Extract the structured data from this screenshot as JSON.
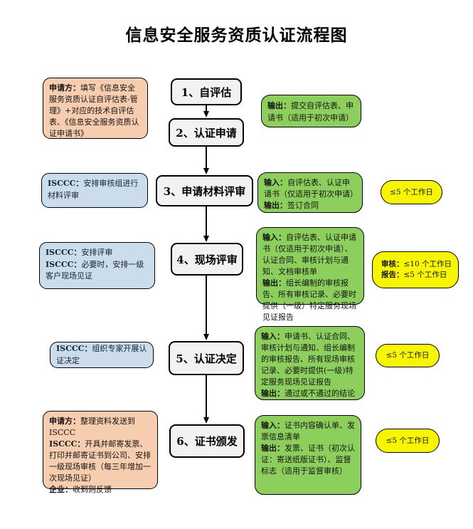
{
  "title": "信息安全服务资质认证流程图",
  "steps": {
    "s1": "1、自评估",
    "s2": "2、认证申请",
    "s3": "3、申请材料评审",
    "s4": "4、现场评审",
    "s5": "5、认证决定",
    "s6": "6、证书颁发"
  },
  "left_notes": [
    {
      "color": "pink",
      "lines": [
        {
          "label": "申请方：",
          "text": "填写《信息安全服务资质认证自评估表-管理》+对应的技术自评估表、《信息安全服务资质认证申请书》"
        }
      ]
    },
    {
      "color": "blue",
      "lines": [
        {
          "label": "ISCCC：",
          "text": "安排审核组进行材料评审"
        }
      ]
    },
    {
      "color": "blue",
      "lines": [
        {
          "label": "ISCCC：",
          "text": "安排评审"
        },
        {
          "label": "ISCCC：",
          "text": "必要时，安排一级客户现场见证"
        }
      ]
    },
    {
      "color": "blue",
      "lines": [
        {
          "label": "ISCCC：",
          "text": "组织专家开展认证决定"
        }
      ]
    },
    {
      "color": "pink",
      "lines": [
        {
          "label": "申请方：",
          "text": "整理资料发送到 ISCCC"
        },
        {
          "label": "ISCCC：",
          "text": "开具并邮寄发票、打印并邮寄证书到公司、安排一级现场审核（每三年增加一次现场见证）"
        },
        {
          "label": "企业：",
          "text": "收到则反馈"
        }
      ]
    }
  ],
  "right_notes": [
    {
      "lines": [
        {
          "label": "输出：",
          "text": "提交自评估表、申请书（适用于初次申请）"
        }
      ]
    },
    {
      "lines": [
        {
          "label": "输入：",
          "text": "自评估表、认证申请书（仅适用于初次申请）"
        },
        {
          "label": "输出：",
          "text": "签订合同"
        }
      ]
    },
    {
      "lines": [
        {
          "label": "输入：",
          "text": "自评估表、认证申请书（仅适用于初次申请）、认证合同、审核计划与通知、文档审核单"
        },
        {
          "label": "输出：",
          "text": "组长编制的审核报告、所有审核记录、必要时提供（一级）特定服务现场见证报告"
        }
      ]
    },
    {
      "lines": [
        {
          "label": "输入：",
          "text": "申请书、认证合同、审核计划与通知、组长编制的审核报告、所有现场审核记录、必要时提供(一级)特定服务现场见证报告"
        },
        {
          "label": "输出：",
          "text": "通过或不通过的结论"
        }
      ]
    },
    {
      "lines": [
        {
          "label": "输入：",
          "text": "证书内容确认单、发票信息清单"
        },
        {
          "label": "输出：",
          "text": "发票、证书（初次认证：寄送纸版证书）、监督标志（适用于监督审核）"
        }
      ]
    }
  ],
  "durations": [
    {
      "lines": [
        {
          "label": "",
          "text": "≤5 个工作日"
        }
      ]
    },
    {
      "lines": [
        {
          "label": "审核：",
          "text": "≤10 个工作日"
        },
        {
          "label": "报告：",
          "text": "≤5 个工作日"
        }
      ]
    },
    {
      "lines": [
        {
          "label": "",
          "text": "≤5 个工作日"
        }
      ]
    },
    {
      "lines": [
        {
          "label": "",
          "text": "≤5 个工作日"
        }
      ]
    }
  ],
  "colors": {
    "pink": "#F6CDAE",
    "blue": "#CBDDEC",
    "green": "#8CCF5C",
    "yellow": "#F7F600",
    "step_background": "#F2F2F2"
  }
}
